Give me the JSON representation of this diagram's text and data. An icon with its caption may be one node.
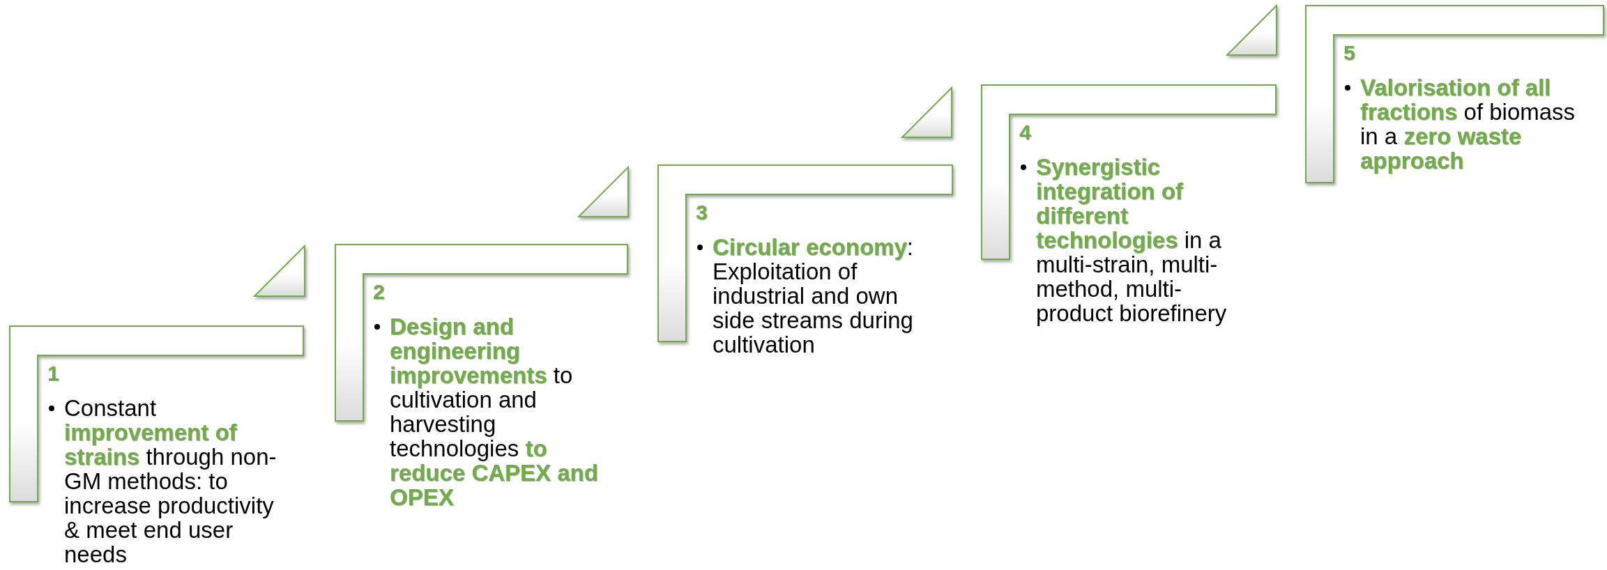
{
  "diagram": {
    "nodes": [
      {
        "text": [
          "1",
          "Constant **improvement of strains** through non-GM methods: to increase productivity & meet end user needs"
        ]
      },
      {
        "text": [
          "2",
          "**Design and engineering improvements** to cultivation and harvesting technologies **to reduce CAPEX and OPEX**"
        ]
      },
      {
        "text": [
          "3",
          "**Circular economy**: Exploitation of industrial and own side streams during cultivation"
        ]
      },
      {
        "text": [
          "4",
          "**Synergistic integration of different technologies** in a multi-strain, multi-method, multi-product biorefinery"
        ]
      },
      {
        "text": [
          "5",
          "**Valorisation of all fractions** of biomass in a **zero waste approach**"
        ]
      },
      {
        "text": [],
        "shape": "triangle"
      },
      {
        "text": [],
        "shape": "triangle"
      },
      {
        "text": [],
        "shape": "triangle"
      },
      {
        "text": [],
        "shape": "triangle"
      }
    ]
  }
}
